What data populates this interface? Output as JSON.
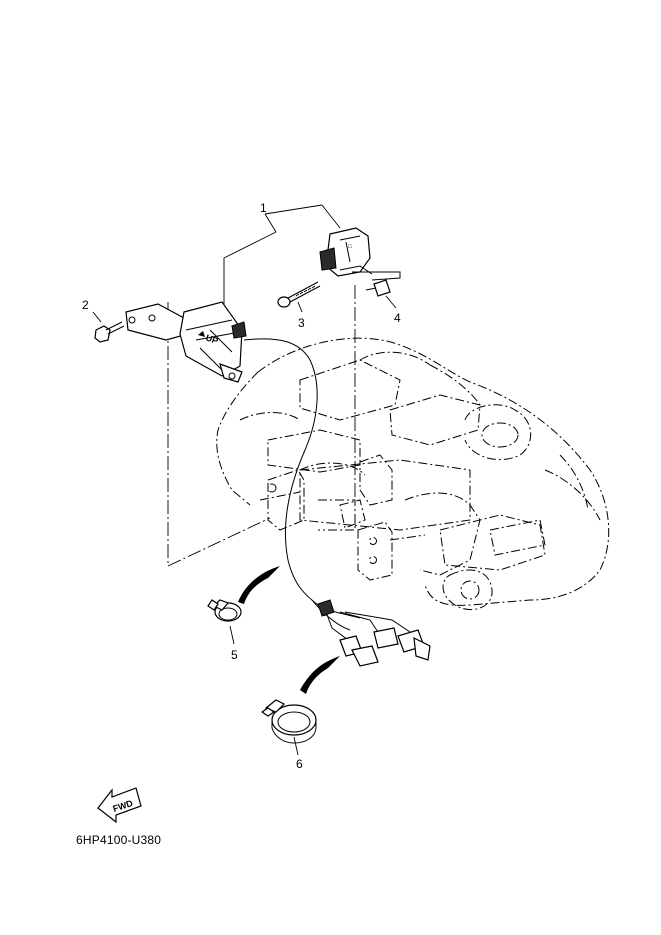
{
  "diagram": {
    "callouts": [
      {
        "id": "1",
        "text": "1"
      },
      {
        "id": "2",
        "text": "2"
      },
      {
        "id": "3",
        "text": "3"
      },
      {
        "id": "4",
        "text": "4"
      },
      {
        "id": "5",
        "text": "5"
      },
      {
        "id": "6",
        "text": "6"
      }
    ],
    "up_marking": "UP",
    "fwd_marking": "FWD",
    "diagram_code": "6HP4100-U380"
  }
}
